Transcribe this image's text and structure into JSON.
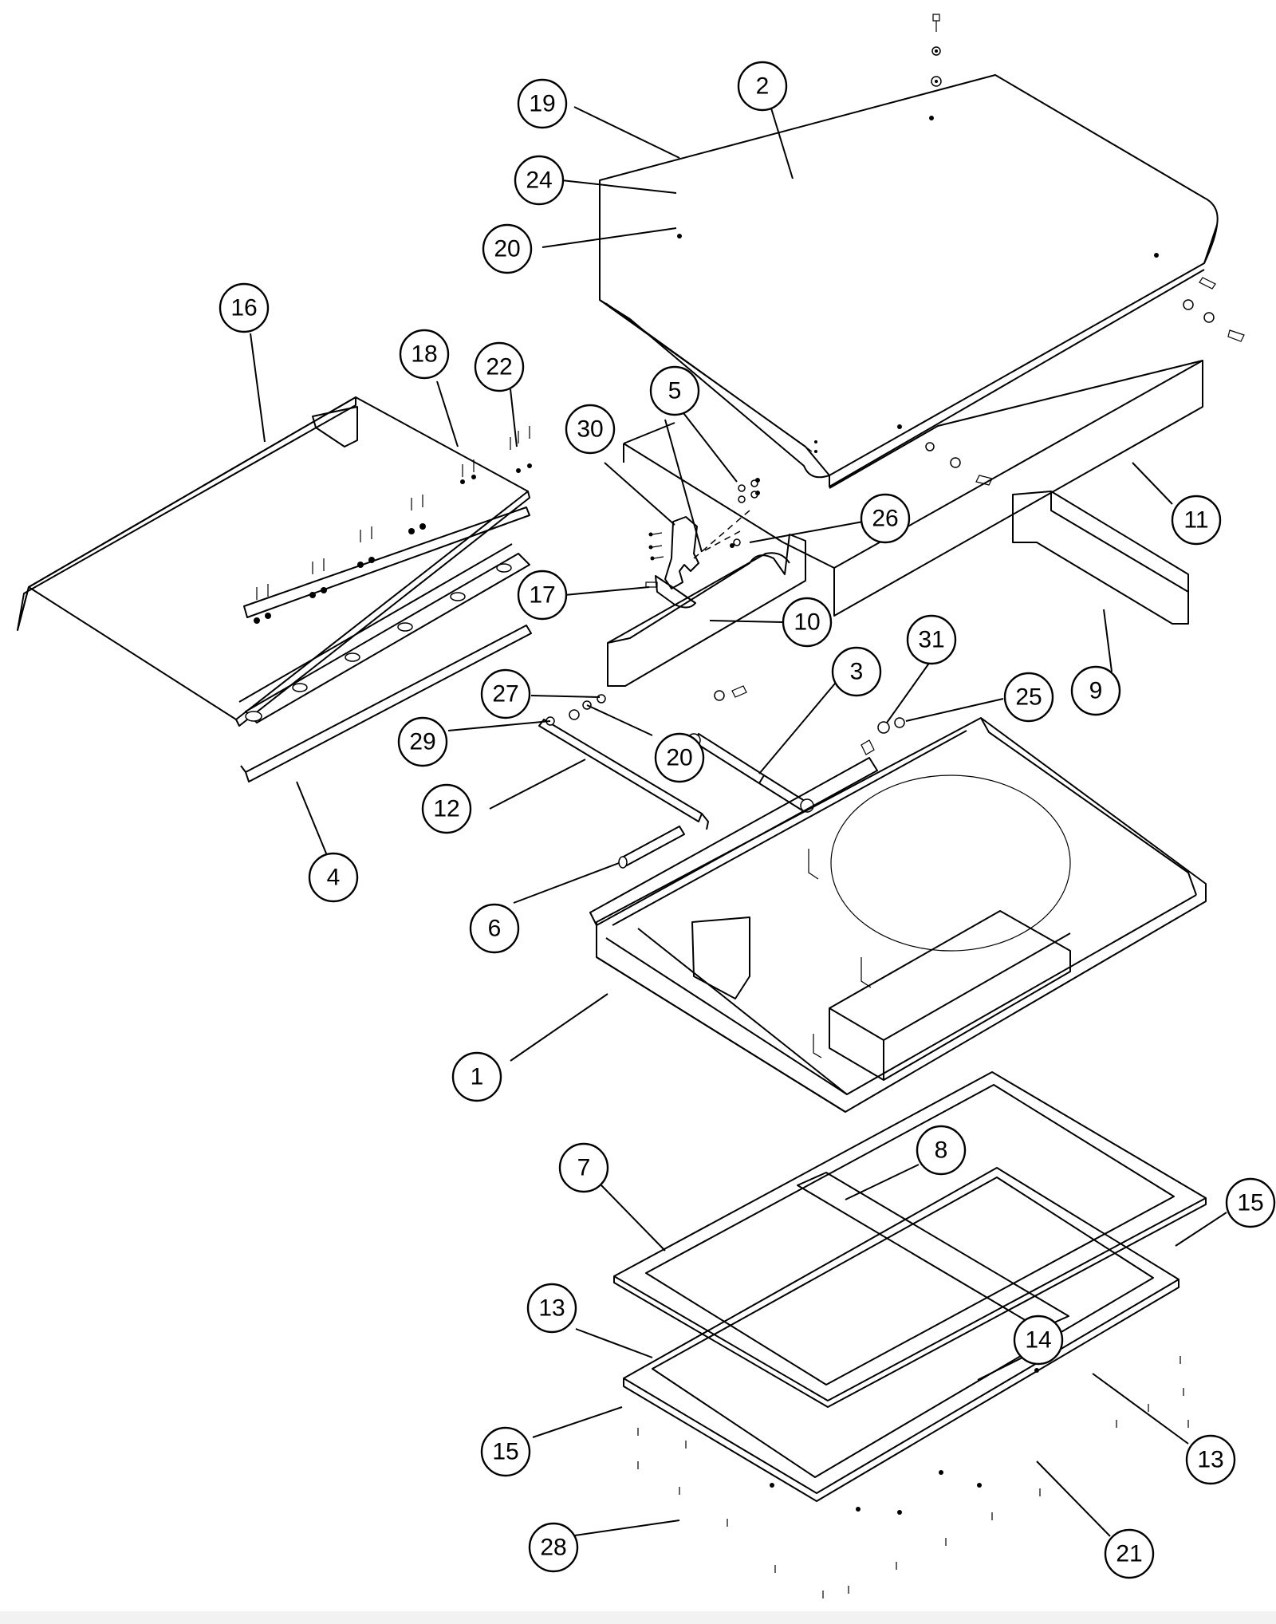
{
  "diagram": {
    "type": "exploded-parts-view",
    "callouts": [
      {
        "id": "c19",
        "label": "19"
      },
      {
        "id": "c2",
        "label": "2"
      },
      {
        "id": "c24",
        "label": "24"
      },
      {
        "id": "c20a",
        "label": "20"
      },
      {
        "id": "c16",
        "label": "16"
      },
      {
        "id": "c18",
        "label": "18"
      },
      {
        "id": "c22",
        "label": "22"
      },
      {
        "id": "c5",
        "label": "5"
      },
      {
        "id": "c30",
        "label": "30"
      },
      {
        "id": "c26",
        "label": "26"
      },
      {
        "id": "c11",
        "label": "11"
      },
      {
        "id": "c17",
        "label": "17"
      },
      {
        "id": "c10",
        "label": "10"
      },
      {
        "id": "c3",
        "label": "3"
      },
      {
        "id": "c31",
        "label": "31"
      },
      {
        "id": "c25",
        "label": "25"
      },
      {
        "id": "c9",
        "label": "9"
      },
      {
        "id": "c27",
        "label": "27"
      },
      {
        "id": "c29",
        "label": "29"
      },
      {
        "id": "c20b",
        "label": "20"
      },
      {
        "id": "c12",
        "label": "12"
      },
      {
        "id": "c4",
        "label": "4"
      },
      {
        "id": "c6",
        "label": "6"
      },
      {
        "id": "c1",
        "label": "1"
      },
      {
        "id": "c8",
        "label": "8"
      },
      {
        "id": "c7",
        "label": "7"
      },
      {
        "id": "c15a",
        "label": "15"
      },
      {
        "id": "c13a",
        "label": "13"
      },
      {
        "id": "c14",
        "label": "14"
      },
      {
        "id": "c15b",
        "label": "15"
      },
      {
        "id": "c13b",
        "label": "13"
      },
      {
        "id": "c28",
        "label": "28"
      },
      {
        "id": "c21",
        "label": "21"
      }
    ]
  }
}
